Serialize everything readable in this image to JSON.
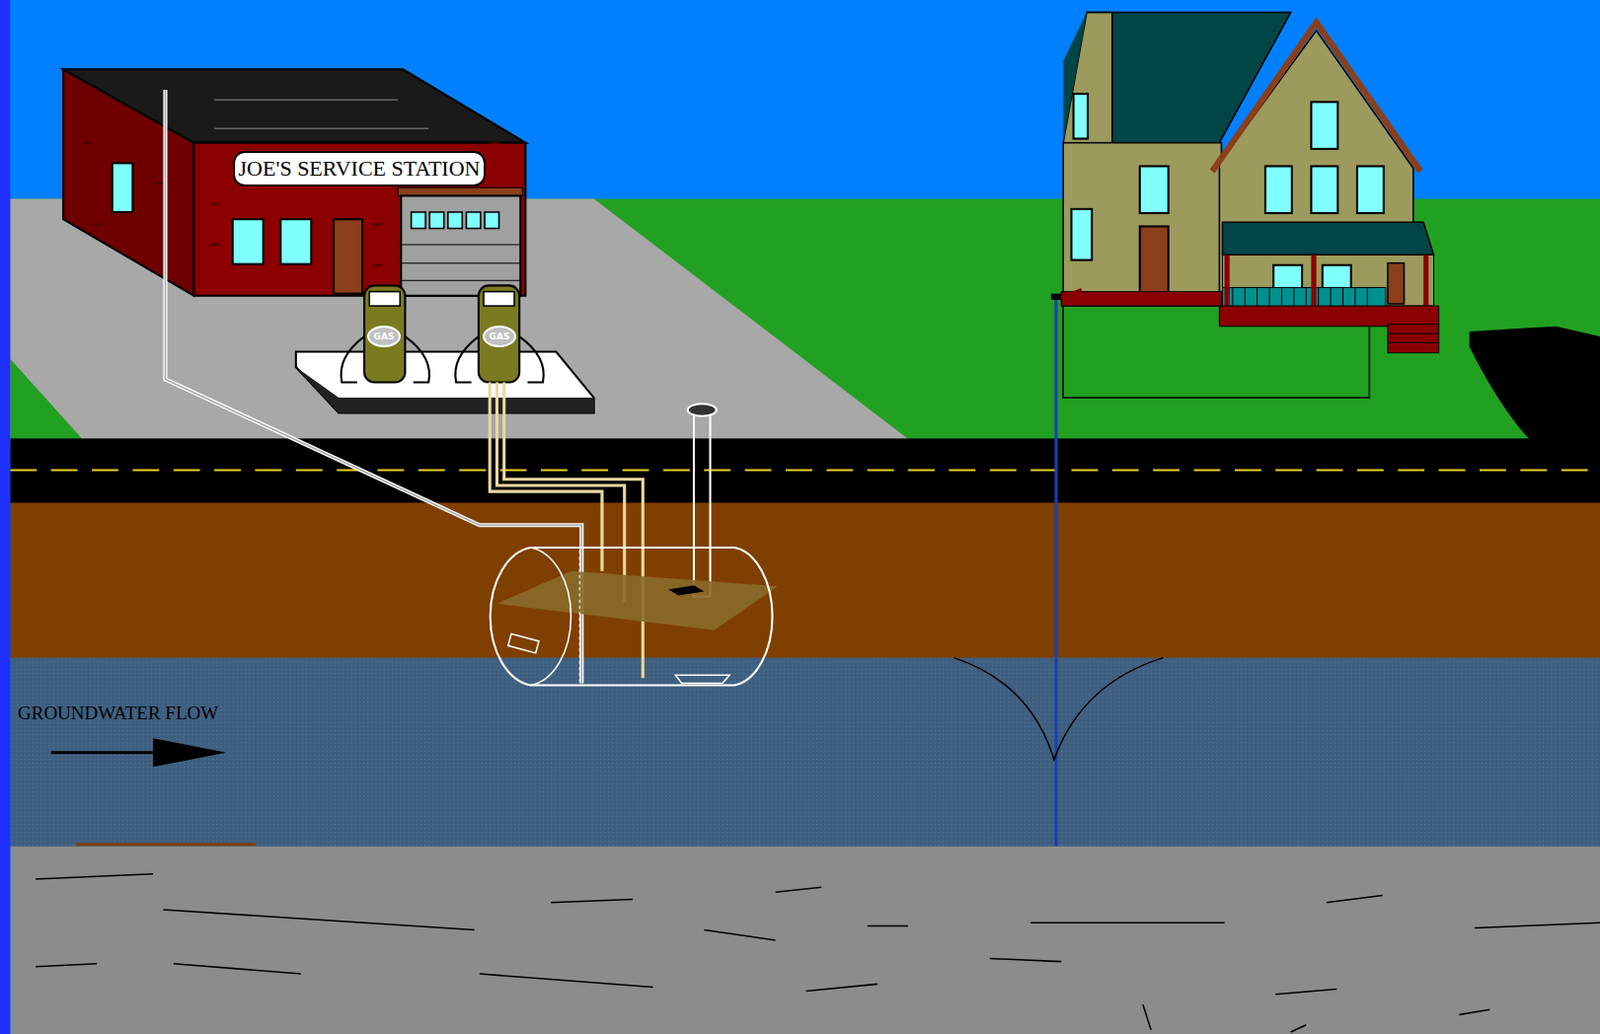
{
  "diagram": {
    "nodes": [
      {
        "text": [
          "JOE'S SERVICE STATION"
        ]
      },
      {
        "text": [
          "GAS"
        ]
      },
      {
        "text": [
          "GAS"
        ]
      }
    ],
    "labels": [
      "GROUNDWATER FLOW"
    ]
  }
}
